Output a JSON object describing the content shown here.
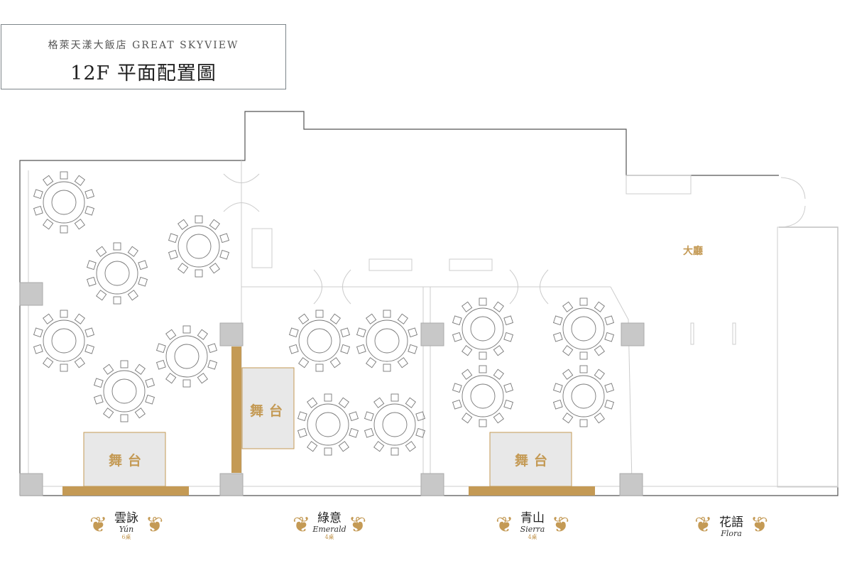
{
  "header": {
    "hotel_name": "格萊天漾大飯店 GREAT SKYVIEW",
    "floor_title": "12F 平面配置圖"
  },
  "labels": {
    "stage": "舞台",
    "lobby": "大廳"
  },
  "rooms": [
    {
      "zh": "雲詠",
      "en": "Yún",
      "tables": "6桌",
      "table_count": 6
    },
    {
      "zh": "綠意",
      "en": "Emerald",
      "tables": "4桌",
      "table_count": 4
    },
    {
      "zh": "青山",
      "en": "Sierra",
      "tables": "4桌",
      "table_count": 4
    },
    {
      "zh": "花語",
      "en": "Flora"
    }
  ],
  "chairs_per_table": 10,
  "colors": {
    "accent": "#c49a55",
    "wall": "#555555",
    "column": "#c8c8c8",
    "stage_fill": "#e8e8e8"
  }
}
